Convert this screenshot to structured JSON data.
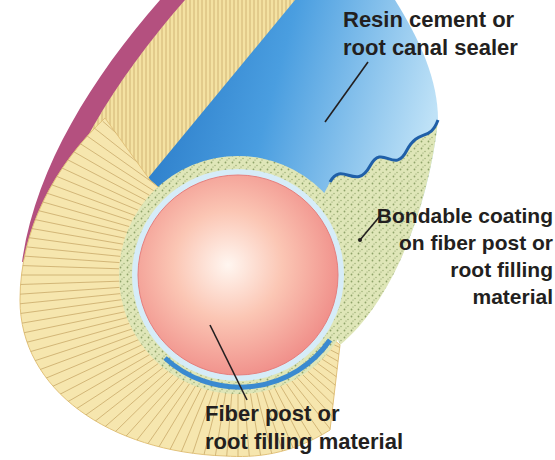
{
  "diagram": {
    "labels": [
      "Resin cement or root canal sealer",
      "Bondable coating on fiber post or root filling material",
      "Fiber post or root filling material"
    ]
  }
}
